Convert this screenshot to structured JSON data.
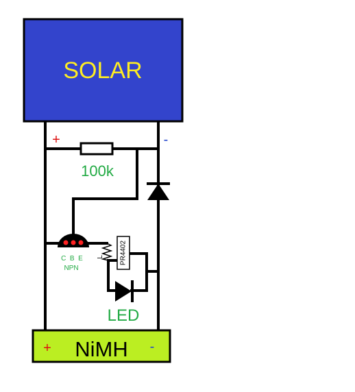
{
  "solar_panel": {
    "label": "SOLAR",
    "fill": "#3344cc",
    "text_color": "#ffee22"
  },
  "battery": {
    "label": "NiMH",
    "fill": "#bbee22",
    "plus": "+",
    "minus": "-"
  },
  "solar_terminals": {
    "plus": "+",
    "minus": "-"
  },
  "resistor": {
    "label": "100k"
  },
  "transistor": {
    "pins": "C  B  E",
    "type": "NPN",
    "body_color": "#e00000"
  },
  "inductor": {
    "label": "L"
  },
  "chip": {
    "label": "PR4402"
  },
  "led": {
    "label": "LED"
  },
  "colors": {
    "plus": "#dd1111",
    "minus": "#2244cc",
    "label_green": "#22aa44",
    "wire": "#000000"
  }
}
